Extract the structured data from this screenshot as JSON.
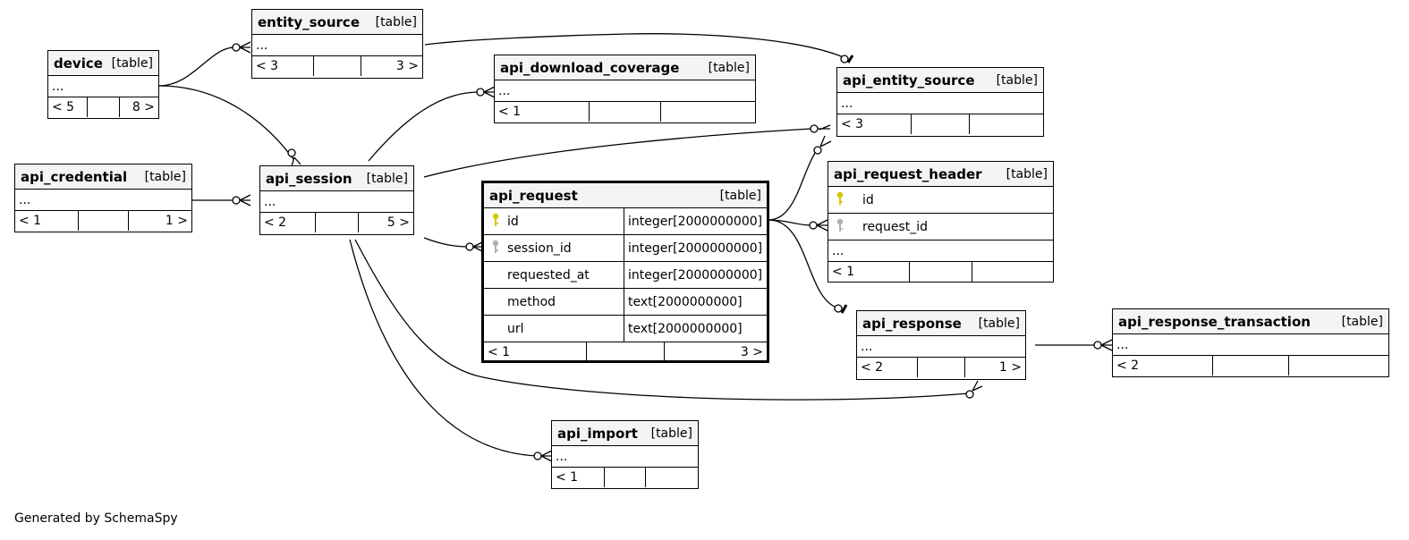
{
  "diagram": {
    "footer_note": "Generated by SchemaSpy",
    "colors": {
      "primary_key": "#d6c600",
      "foreign_key": "#b0b0b0",
      "header_bg": "#f4f4f4"
    },
    "tables": {
      "device": {
        "name": "device",
        "type": "[table]",
        "ellipsis": "...",
        "parents": "< 5",
        "children": "8 >"
      },
      "entity_source": {
        "name": "entity_source",
        "type": "[table]",
        "ellipsis": "...",
        "parents": "< 3",
        "children": "3 >"
      },
      "api_credential": {
        "name": "api_credential",
        "type": "[table]",
        "ellipsis": "...",
        "parents": "< 1",
        "children": "1 >"
      },
      "api_session": {
        "name": "api_session",
        "type": "[table]",
        "ellipsis": "...",
        "parents": "< 2",
        "children": "5 >"
      },
      "api_download_coverage": {
        "name": "api_download_coverage",
        "type": "[table]",
        "ellipsis": "...",
        "parents": "< 1",
        "children": ""
      },
      "api_entity_source": {
        "name": "api_entity_source",
        "type": "[table]",
        "ellipsis": "...",
        "parents": "< 3",
        "children": ""
      },
      "api_request": {
        "name": "api_request",
        "type": "[table]",
        "parents": "< 1",
        "children": "3 >",
        "columns": [
          {
            "name": "id",
            "type": "integer[2000000000]",
            "key": "primary"
          },
          {
            "name": "session_id",
            "type": "integer[2000000000]",
            "key": "foreign"
          },
          {
            "name": "requested_at",
            "type": "integer[2000000000]",
            "key": ""
          },
          {
            "name": "method",
            "type": "text[2000000000]",
            "key": ""
          },
          {
            "name": "url",
            "type": "text[2000000000]",
            "key": ""
          }
        ]
      },
      "api_request_header": {
        "name": "api_request_header",
        "type": "[table]",
        "ellipsis": "...",
        "parents": "< 1",
        "children": "",
        "columns": [
          {
            "name": "id",
            "key": "primary"
          },
          {
            "name": "request_id",
            "key": "foreign"
          }
        ]
      },
      "api_response": {
        "name": "api_response",
        "type": "[table]",
        "ellipsis": "...",
        "parents": "< 2",
        "children": "1 >"
      },
      "api_response_transaction": {
        "name": "api_response_transaction",
        "type": "[table]",
        "ellipsis": "...",
        "parents": "< 2",
        "children": ""
      },
      "api_import": {
        "name": "api_import",
        "type": "[table]",
        "ellipsis": "...",
        "parents": "< 1",
        "children": ""
      }
    }
  }
}
